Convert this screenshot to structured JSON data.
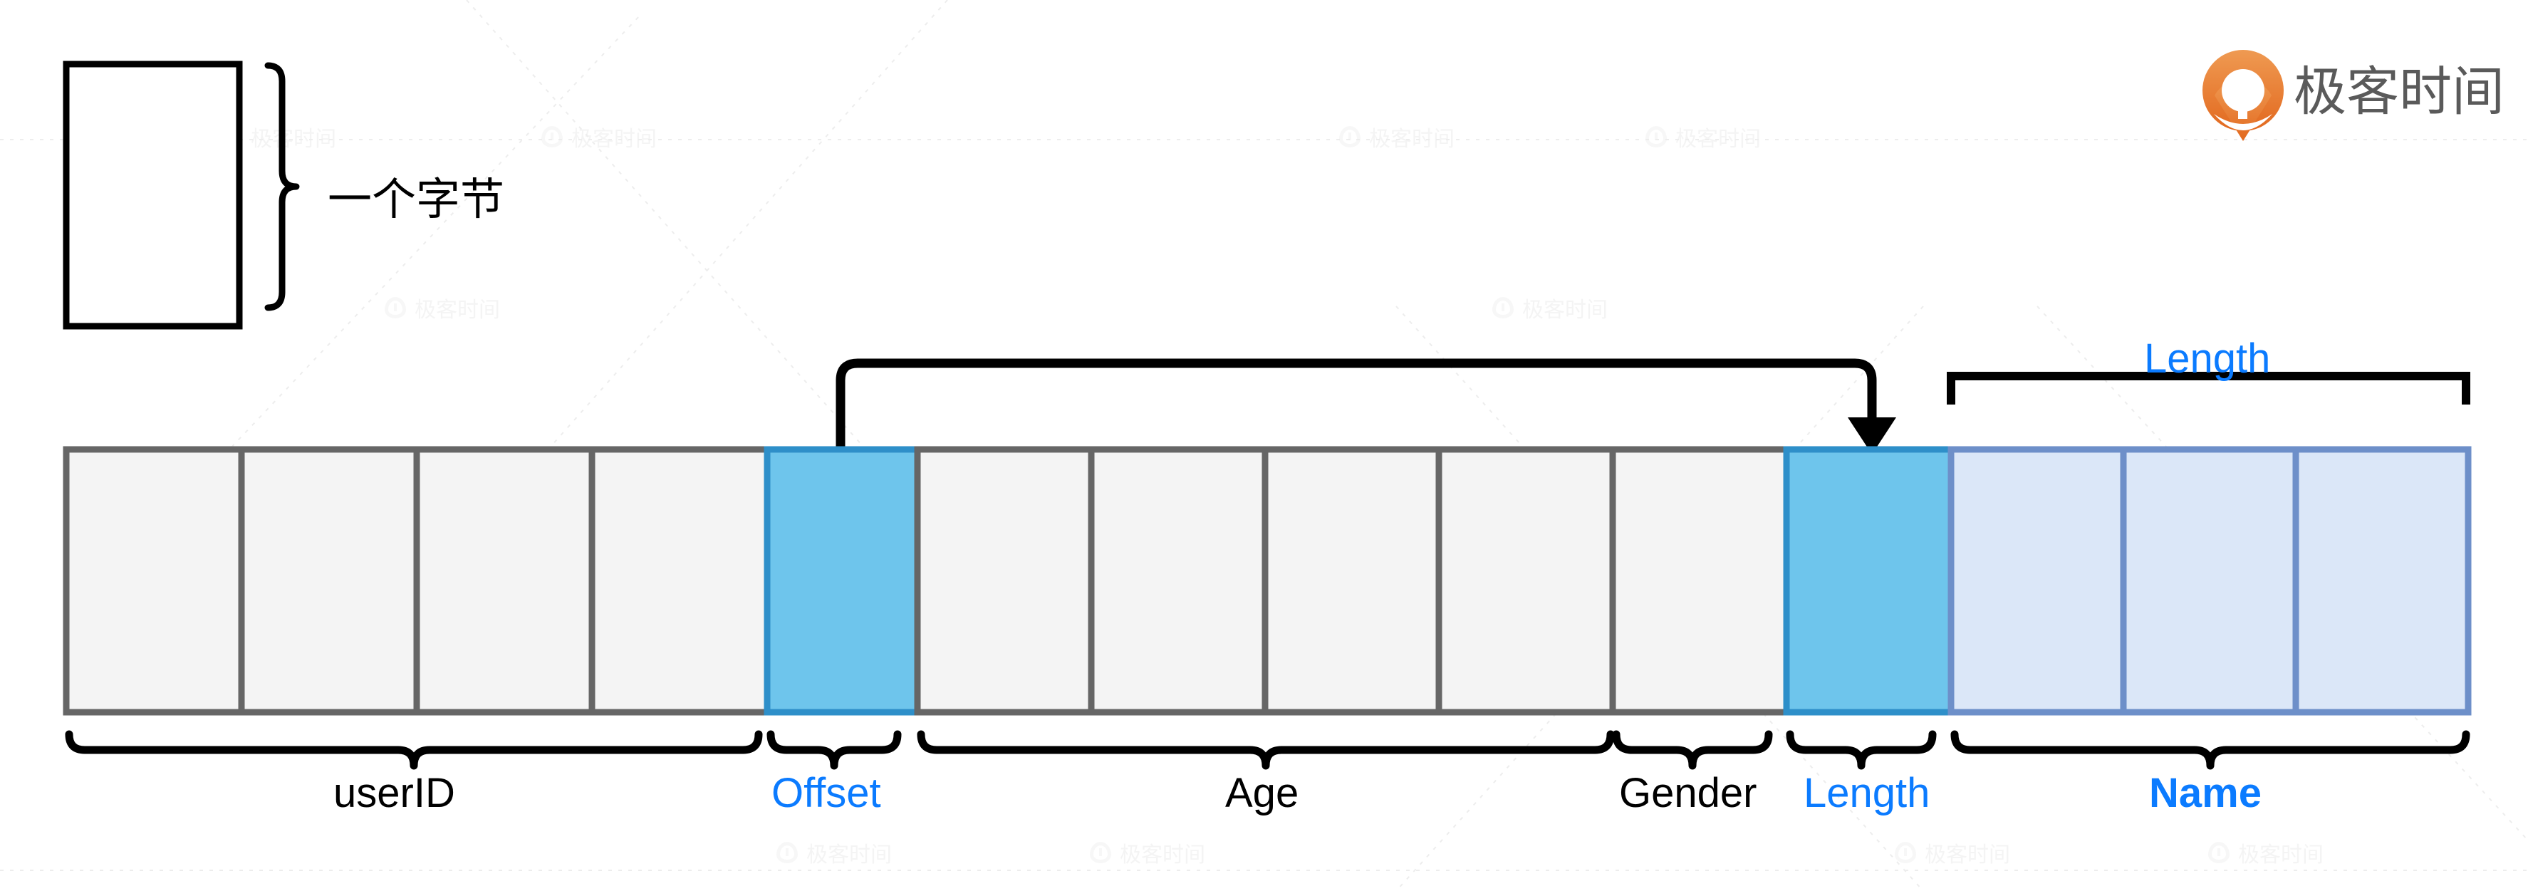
{
  "diagram": {
    "title_note": "一个字节",
    "brand": {
      "logo_icon": "geektime-logo-icon",
      "name": "极客时间",
      "color": "#e8743b"
    },
    "colors": {
      "plain_cell_fill": "#f4f4f4",
      "plain_cell_border": "#666666",
      "highlight_cell_fill": "#6ec5ec",
      "highlight_cell_border": "#2e8fc9",
      "name_cell_fill": "#dbe7f8",
      "name_cell_border": "#6d8fc9",
      "accent_blue": "#0b7bff",
      "line_black": "#000000"
    },
    "legend": {
      "label": "一个字节",
      "swatch_icon": "byte-box-icon"
    },
    "top_bracket": {
      "label": "Length",
      "style": "square-bracket"
    },
    "arrow": {
      "from_field": "Offset",
      "to_field": "Length",
      "style": "elbow-arrow",
      "head_icon": "arrowhead-down-icon"
    },
    "fields": [
      {
        "key": "userID",
        "label": "userID",
        "cells": 4,
        "fill": "plain",
        "label_color": "black",
        "bold": false
      },
      {
        "key": "offset",
        "label": "Offset",
        "cells": 1,
        "fill": "highlight",
        "label_color": "blue",
        "bold": false
      },
      {
        "key": "age",
        "label": "Age",
        "cells": 4,
        "fill": "plain",
        "label_color": "black",
        "bold": false
      },
      {
        "key": "gender",
        "label": "Gender",
        "cells": 1,
        "fill": "plain",
        "label_color": "black",
        "bold": false
      },
      {
        "key": "length",
        "label": "Length",
        "cells": 1,
        "fill": "highlight",
        "label_color": "blue",
        "bold": false
      },
      {
        "key": "name",
        "label": "Name",
        "cells": 3,
        "fill": "name",
        "label_color": "blue-bold",
        "bold": true
      }
    ],
    "bottom_braces": [
      {
        "field": "userID",
        "label": "userID"
      },
      {
        "field": "offset",
        "label": "Offset"
      },
      {
        "field": "age",
        "label": "Age"
      },
      {
        "field": "gender",
        "label": "Gender"
      },
      {
        "field": "length",
        "label": "Length"
      },
      {
        "field": "name",
        "label": "Name"
      }
    ],
    "watermark_text": "极客时间"
  }
}
